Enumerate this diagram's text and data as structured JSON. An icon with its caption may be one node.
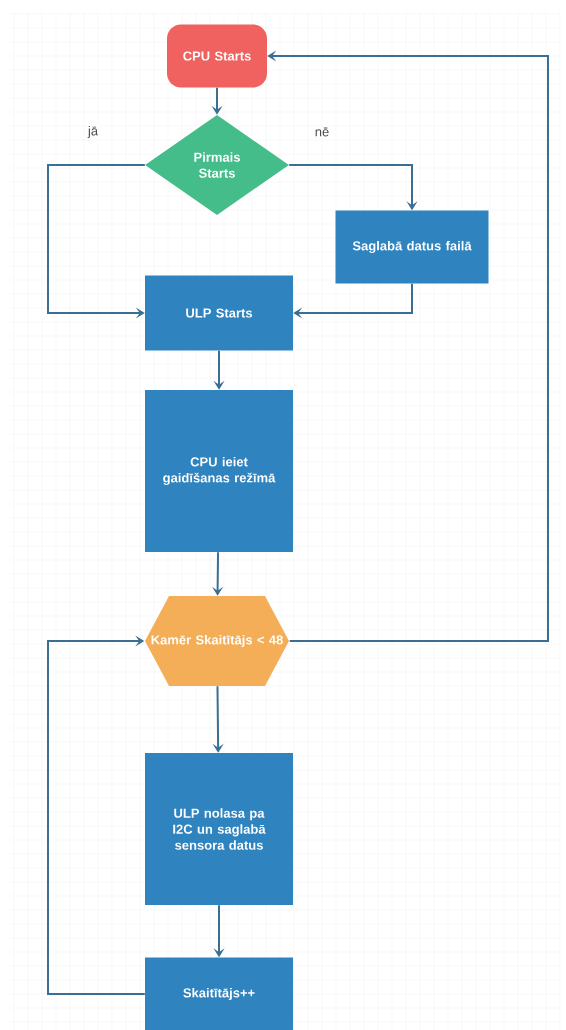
{
  "diagram": {
    "nodes": [
      {
        "text": [
          "CPU Starts"
        ]
      },
      {
        "text": [
          "Pirmais Starts"
        ]
      },
      {
        "text": [
          "Saglabā datus failā"
        ]
      },
      {
        "text": [
          "ULP Starts"
        ]
      },
      {
        "text": [
          "CPU ieiet gaidīšanas režīmā"
        ]
      },
      {
        "text": [
          "Kamēr Skaitītājs < 48"
        ]
      },
      {
        "text": [
          "ULP nolasa pa I2C un saglabā sensora datus"
        ]
      },
      {
        "text": [
          "Skaitītājs++"
        ]
      }
    ],
    "edges": [
      {
        "from": 0,
        "to": 1,
        "arrow": "to"
      },
      {
        "from": 1,
        "to": 3,
        "arrow": "to",
        "label": "jā"
      },
      {
        "from": 1,
        "to": 2,
        "arrow": "to",
        "label": "nē"
      },
      {
        "from": 2,
        "to": 3,
        "arrow": "to"
      },
      {
        "from": 3,
        "to": 4,
        "arrow": "to"
      },
      {
        "from": 4,
        "to": 5,
        "arrow": "to"
      },
      {
        "from": 5,
        "to": 6,
        "arrow": "to"
      },
      {
        "from": 6,
        "to": 7,
        "arrow": "to"
      },
      {
        "from": 7,
        "to": 5,
        "arrow": "to"
      },
      {
        "from": 5,
        "to": 0,
        "arrow": "to"
      }
    ]
  }
}
